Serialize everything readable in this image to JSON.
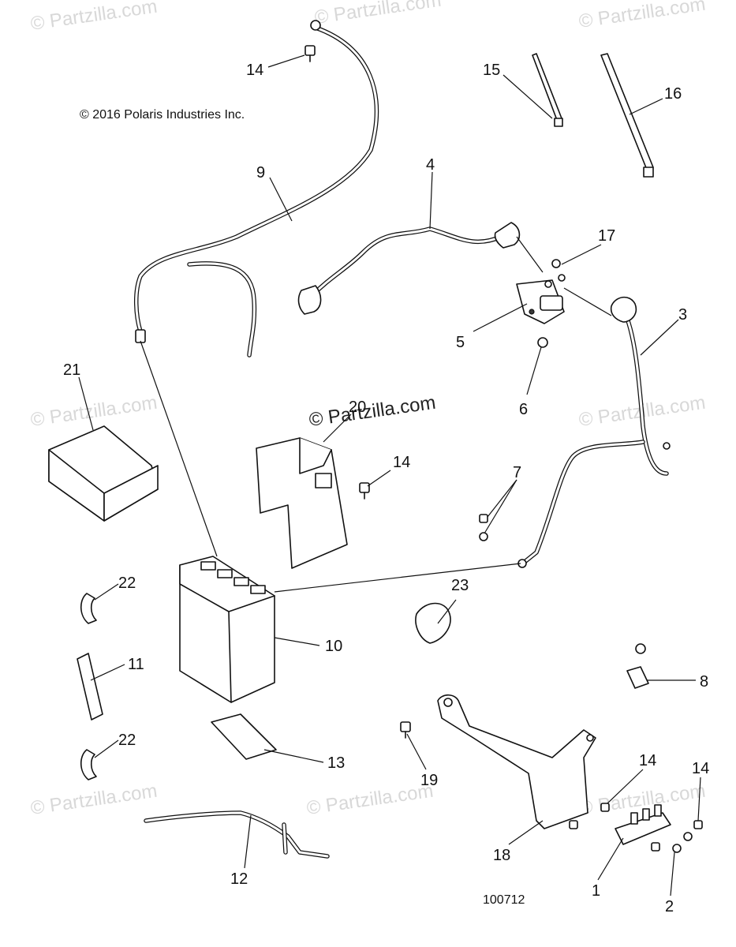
{
  "copyright": "© 2016 Polaris Industries Inc.",
  "figure_number": "100712",
  "watermark": "© Partzilla.com",
  "callouts": {
    "c1": "1",
    "c2": "2",
    "c3": "3",
    "c4": "4",
    "c5": "5",
    "c6": "6",
    "c7": "7",
    "c8": "8",
    "c9": "9",
    "c10": "10",
    "c11": "11",
    "c12": "12",
    "c13": "13",
    "c14": "14",
    "c15": "15",
    "c16": "16",
    "c17": "17",
    "c18": "18",
    "c19": "19",
    "c20": "20",
    "c21": "21",
    "c22": "22",
    "c23": "23"
  }
}
